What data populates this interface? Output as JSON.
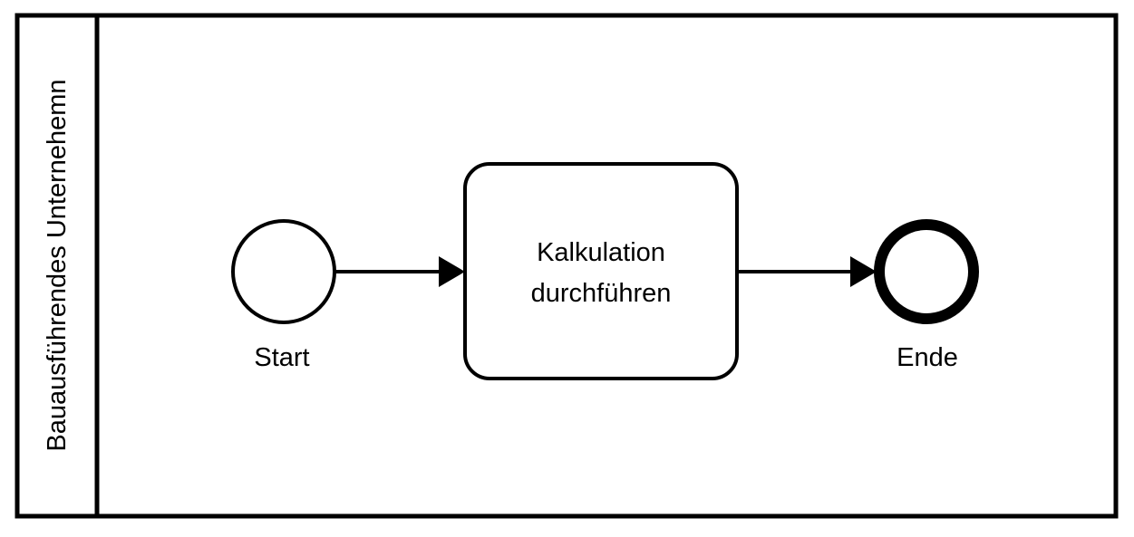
{
  "pool": {
    "lane_label": "Bauausführendes Unternehemn"
  },
  "events": {
    "start_label": "Start",
    "end_label": "Ende"
  },
  "task": {
    "label_line1": "Kalkulation",
    "label_line2": "durchführen"
  },
  "colors": {
    "stroke": "#000000",
    "fill": "#ffffff"
  }
}
